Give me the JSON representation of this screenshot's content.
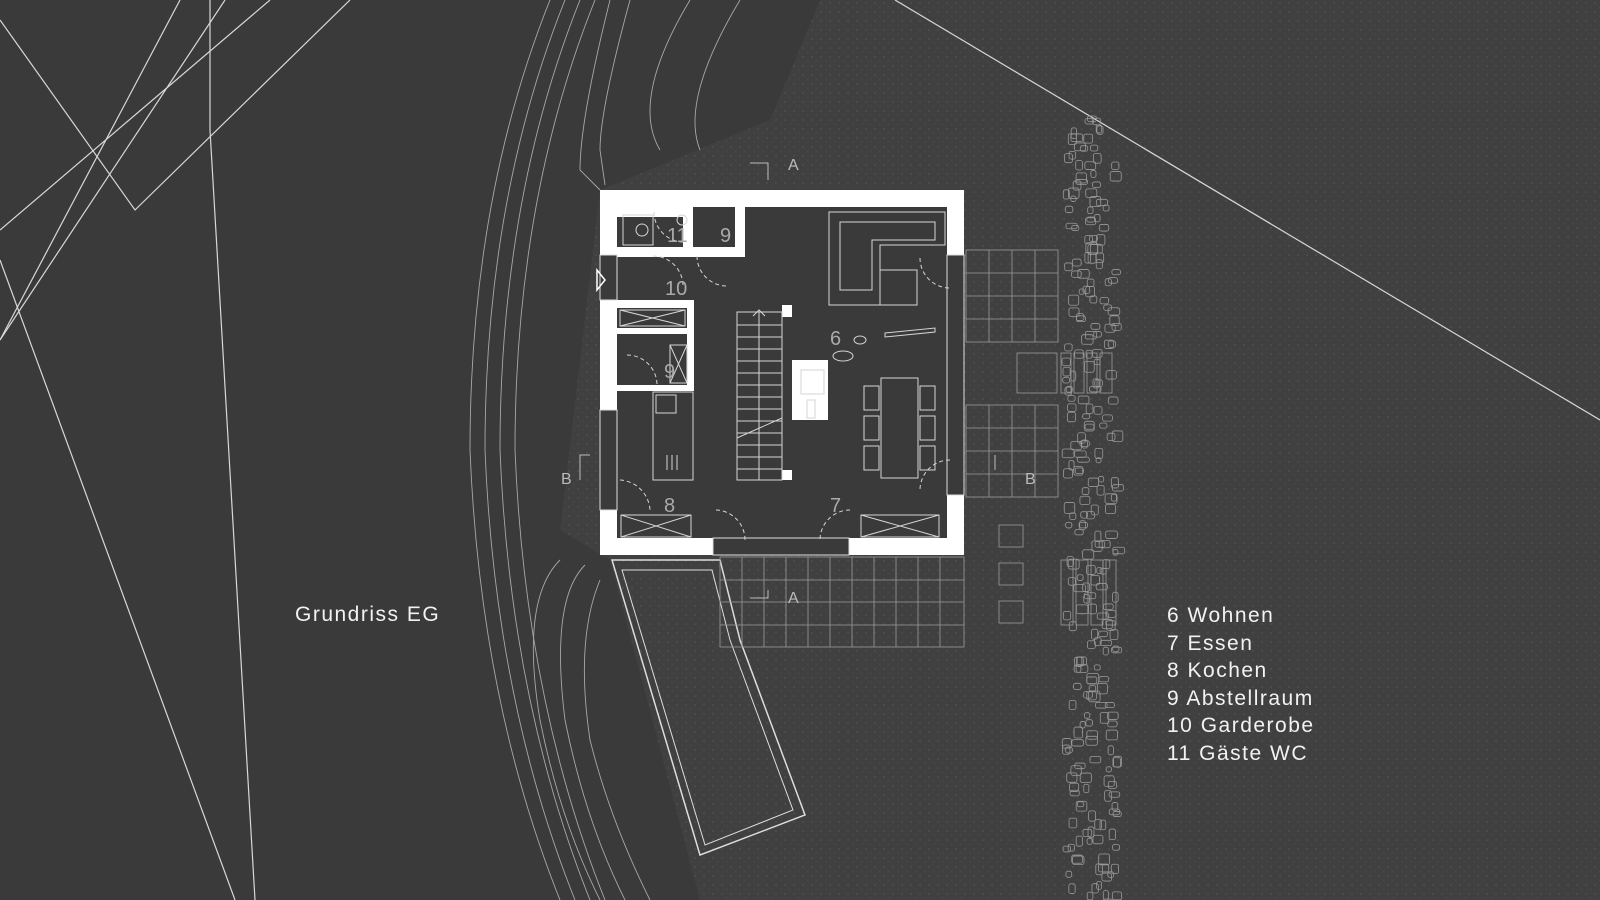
{
  "title": "Grundriss EG",
  "legend": [
    "6 Wohnen",
    "7 Essen",
    "8 Kochen",
    "9 Abstellraum",
    "10 Garderobe",
    "11 Gäste WC"
  ],
  "room_labels": {
    "r6": "6",
    "r7": "7",
    "r8": "8",
    "r9a": "9",
    "r9b": "9",
    "r10": "10",
    "r11": "11"
  },
  "section_marks": {
    "a": "A",
    "b": "B"
  },
  "colors": {
    "background": "#3a3a3a",
    "terrain": "#404040",
    "wall": "#ffffff",
    "line": "#cfcfcf"
  }
}
